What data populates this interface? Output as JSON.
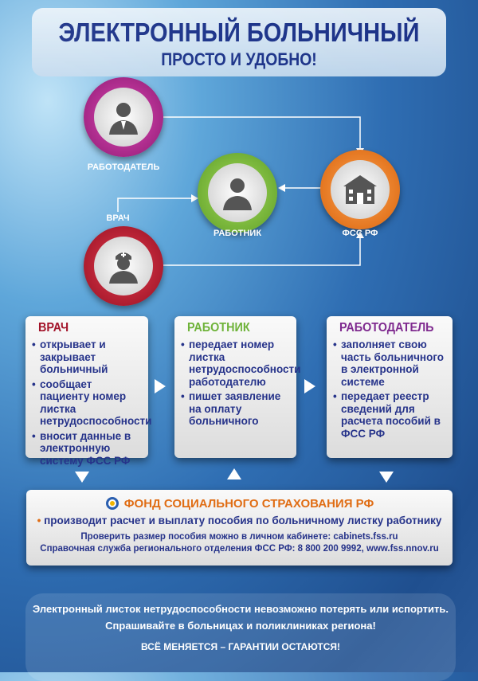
{
  "header": {
    "title": "ЭЛЕКТРОННЫЙ БОЛЬНИЧНЫЙ",
    "subtitle": "ПРОСТО И УДОБНО!"
  },
  "diagram": {
    "employer": "РАБОТОДАТЕЛЬ",
    "worker": "РАБОТНИК",
    "fss": "ФСС РФ",
    "doctor": "ВРАЧ",
    "colors": {
      "employer": "#b0238f",
      "worker": "#7cc242",
      "fss": "#f07b1c",
      "doctor": "#c2182f"
    }
  },
  "cards": [
    {
      "title": "ВРАЧ",
      "color": "#a3142a",
      "bullet": "#a3142a",
      "items": [
        "открывает и закрывает больничный",
        "сообщает пациенту номер листка нетрудоспособности",
        "вносит данные в электронную систему ФСС РФ"
      ]
    },
    {
      "title": "РАБОТНИК",
      "color": "#6fb33a",
      "bullet": "#6fb33a",
      "items": [
        "передает номер листка нетрудоспособности работодателю",
        "пишет заявление на оплату больничного"
      ]
    },
    {
      "title": "РАБОТОДАТЕЛЬ",
      "color": "#7f2a8f",
      "bullet": "#7f2a8f",
      "items": [
        "заполняет свою часть больничного в электронной системе",
        "передает реестр сведений для расчета пособий в ФСС РФ"
      ]
    }
  ],
  "fss_box": {
    "title": "ФОНД СОЦИАЛЬНОГО СТРАХОВАНИЯ РФ",
    "item": "производит расчет и выплату пособия по больничному листку работнику",
    "line1": "Проверить размер пособия можно в личном кабинете: cabinets.fss.ru",
    "line2": "Справочная служба регионального отделения ФСС РФ: 8 800 200 9992, www.fss.nnov.ru"
  },
  "footer": {
    "line1": "Электронный листок нетрудоспособности невозможно потерять или испортить.",
    "line2": "Спрашивайте в больницах и поликлиниках региона!",
    "slogan": "ВСЁ МЕНЯЕТСЯ – ГАРАНТИИ ОСТАЮТСЯ!"
  }
}
